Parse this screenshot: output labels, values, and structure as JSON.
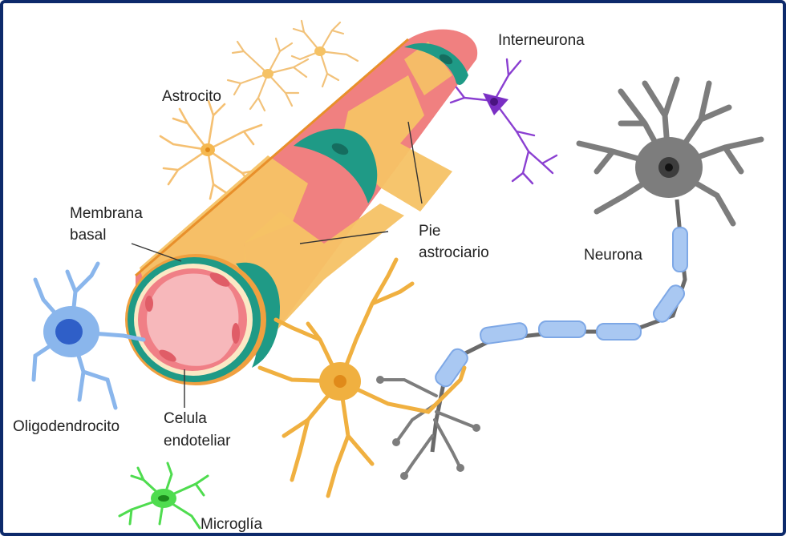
{
  "labels": {
    "interneurona": "Interneurona",
    "astrocito": "Astrocito",
    "membrana_line1": "Membrana",
    "membrana_line2": "basal",
    "pie_line1": "Pie",
    "pie_line2": "astrociario",
    "neurona": "Neurona",
    "oligodendrocito": "Oligodendrocito",
    "celula_line1": "Celula",
    "celula_line2": "endoteliar",
    "microglia": "Microglía"
  },
  "colors": {
    "border": "#0d2a6b",
    "vessel_red": "#f08080",
    "astro_foot": "#f5c265",
    "astro_orange": "#f0b040",
    "endothelial_green": "#1f9a86",
    "lumen_pink": "#f7b8bb",
    "neuron_gray": "#7d7d7d",
    "myelin_blue": "#a9c8f2",
    "oligo_blue": "#8ab6ec",
    "interneuron_purple": "#8a3fd1",
    "microglia_green": "#4fdc4f"
  }
}
